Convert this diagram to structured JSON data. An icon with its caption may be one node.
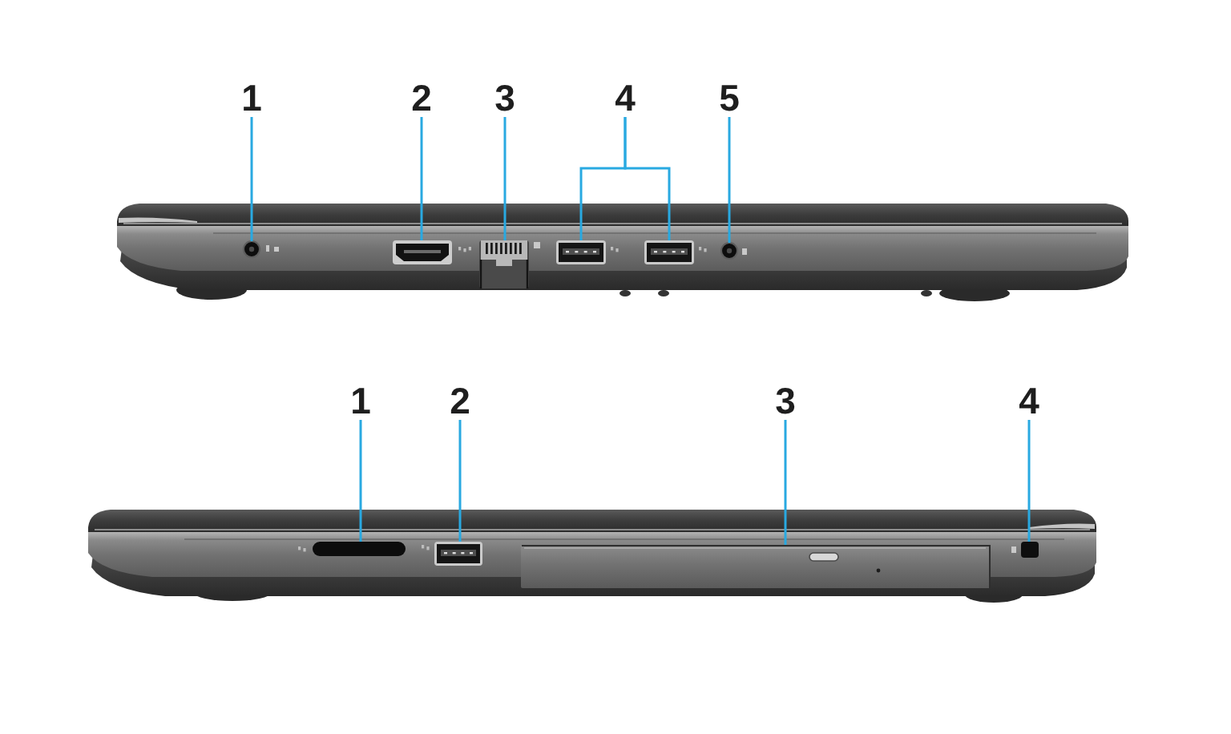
{
  "diagram": {
    "nodes": [
      {
        "text": [
          "1"
        ]
      },
      {
        "text": [
          "2"
        ]
      },
      {
        "text": [
          "3"
        ]
      },
      {
        "text": [
          "4"
        ]
      },
      {
        "text": [
          "5"
        ]
      },
      {
        "text": [],
        "shape": "circle"
      },
      {
        "text": [],
        "shape": "box"
      },
      {
        "text": [],
        "shape": "box"
      },
      {
        "text": [],
        "shape": "box"
      },
      {
        "text": [],
        "shape": "box"
      },
      {
        "text": [],
        "shape": "circle"
      },
      {
        "text": [
          "1"
        ]
      },
      {
        "text": [
          "2"
        ]
      },
      {
        "text": [
          "3"
        ]
      },
      {
        "text": [
          "4"
        ]
      },
      {
        "text": [],
        "shape": "bar"
      },
      {
        "text": [],
        "shape": "box"
      },
      {
        "text": [],
        "shape": "box"
      },
      {
        "text": [],
        "shape": "box"
      }
    ],
    "edges": [
      {
        "from": 0,
        "to": 5,
        "arrow": "none"
      },
      {
        "from": 1,
        "to": 6,
        "arrow": "none"
      },
      {
        "from": 2,
        "to": 7,
        "arrow": "none"
      },
      {
        "from": 3,
        "to": 8,
        "arrow": "none"
      },
      {
        "from": 3,
        "to": 9,
        "arrow": "none"
      },
      {
        "from": 4,
        "to": 10,
        "arrow": "none"
      },
      {
        "from": 11,
        "to": 15,
        "arrow": "none"
      },
      {
        "from": 12,
        "to": 16,
        "arrow": "none"
      },
      {
        "from": 13,
        "to": 17,
        "arrow": "none"
      },
      {
        "from": 14,
        "to": 18,
        "arrow": "none"
      }
    ]
  }
}
